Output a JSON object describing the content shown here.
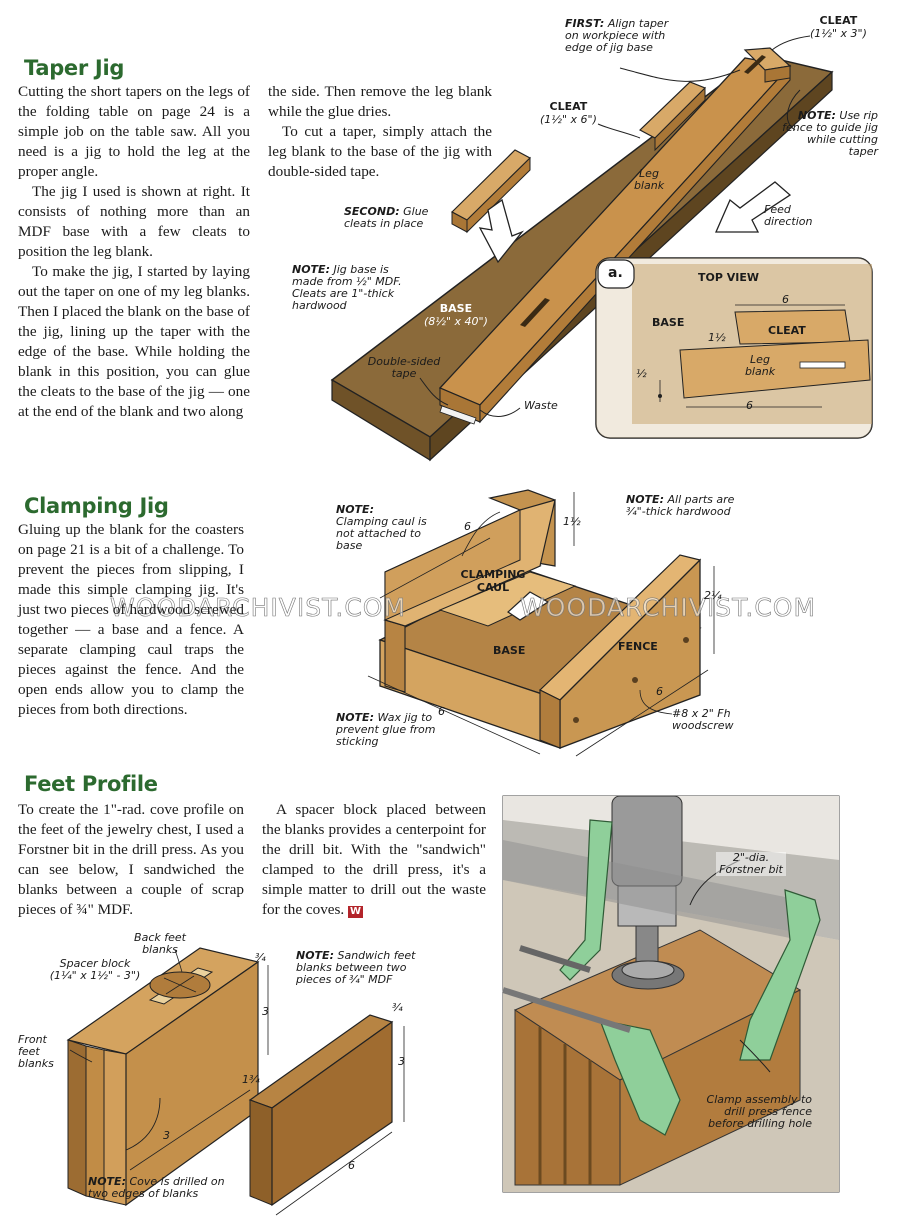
{
  "taper": {
    "title": "Taper Jig",
    "p1": "Cutting the short tapers on the legs of the folding table on page 24 is a simple job on the table saw. All you need is a jig to hold the leg at the proper angle.",
    "p2": "The jig I used is shown at right. It consists of nothing more than an MDF base with a few cleats to position the leg blank.",
    "p3": "To make the jig, I started by laying out the taper on one of my leg blanks. Then I placed the blank on the base of the jig, lining up the taper with the edge of the base. While holding the blank in this position, you can glue the cleats to the base of the jig — one at the end of the blank and two along",
    "p4": "the side. Then remove the leg blank while the glue dries.",
    "p5": "To cut a taper, simply attach the leg blank to the base of the jig with double-sided tape.",
    "labels": {
      "first_b": "FIRST:",
      "first": "Align taper on workpiece with edge of jig base",
      "cleat_top": "CLEAT",
      "cleat_top_dim": "(1½\" x 3\")",
      "cleat_mid": "CLEAT",
      "cleat_mid_dim": "(1½\" x 6\")",
      "note_b": "NOTE:",
      "note_rip": "Use rip fence to guide jig while cutting taper",
      "leg_blank": "Leg blank",
      "second_b": "SECOND:",
      "second": "Glue cleats in place",
      "feed": "Feed direction",
      "note2_b": "NOTE:",
      "note_base": "Jig base is made from ½\" MDF. Cleats are 1\"-thick hardwood",
      "base": "BASE",
      "base_dim": "(8½\" x 40\")",
      "tape": "Double-sided tape",
      "waste": "Waste"
    },
    "inset": {
      "letter": "a.",
      "title": "TOP VIEW",
      "base": "BASE",
      "cleat": "CLEAT",
      "leg": "Leg blank",
      "dim6a": "6",
      "dim15": "1½",
      "dimhalf": "½",
      "dim6b": "6"
    }
  },
  "clamp": {
    "title": "Clamping Jig",
    "p1": "Gluing up the blank for the coasters on page 21 is a bit of a challenge. To prevent the pieces from slipping, I made this simple clamping jig. It's just two pieces of hardwood screwed together — a base and a fence. A separate clamping caul traps the pieces against the fence. And the open ends allow you to clamp the pieces from both directions.",
    "labels": {
      "note_b": "NOTE:",
      "note_caul": "Clamping caul is not attached to base",
      "dim6_top": "6",
      "dim15": "1½",
      "note2_b": "NOTE:",
      "note_parts": "All parts are ¾\"-thick hardwood",
      "caul": "CLAMPING CAUL",
      "dim214": "2¼",
      "fence": "FENCE",
      "base": "BASE",
      "dim6_right": "6",
      "screw": "#8 x 2\" Fh woodscrew",
      "note3_b": "NOTE:",
      "note_wax": "Wax jig to prevent glue from sticking",
      "dim6_bottom": "6"
    },
    "watermark": "WOODARCHIVIST.COM"
  },
  "feet": {
    "title": "Feet Profile",
    "p1": "To create the 1\"-rad. cove profile on the feet of the jewelry chest, I used a Forstner bit in the drill press. As you can see below, I sandwiched the blanks between a couple of scrap pieces of ¾\" MDF.",
    "p2": "A spacer block placed between the blanks provides a centerpoint for the drill bit. With the \"sandwich\" clamped to the drill press, it's a simple matter to drill out the waste for the coves.",
    "endmark": "W",
    "labels": {
      "back": "Back feet blanks",
      "spacer": "Spacer block",
      "spacer_dim": "(1¼\" x 1½\" - 3\")",
      "front": "Front feet blanks",
      "d34a": "¾",
      "d3a": "3",
      "d134": "1¾",
      "d3b": "3",
      "note_b": "NOTE:",
      "note_cove": "Cove is drilled on two edges of blanks",
      "note2_b": "NOTE:",
      "note_sandwich": "Sandwich feet blanks between two pieces of ¾\" MDF",
      "d34b": "¾",
      "d3c": "3",
      "d6": "6",
      "bit": "2\"-dia. Forstner bit",
      "clamp": "Clamp assembly to drill press fence before drilling hole"
    }
  },
  "colors": {
    "heading": "#2c6a2f",
    "wood": "#c89a5b",
    "wood_dark": "#9c7138",
    "mdf": "#8b6a3a",
    "clamp_green": "#8fcf9a"
  }
}
